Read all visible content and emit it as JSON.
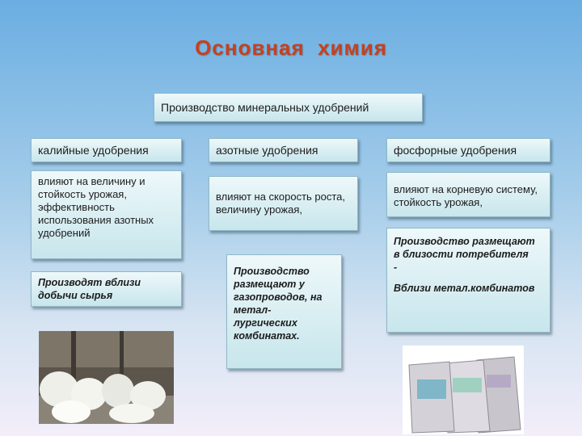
{
  "title": "Основная  химия",
  "main": "Производство  минеральных удобрений",
  "columns": [
    {
      "header": "калийные  удобрения",
      "description": "влияют на величину и стойкость урожая, эффективность использования азотных удобрений",
      "location": "Производят вблизи добычи сырья"
    },
    {
      "header": "азотные  удобрения",
      "description": "влияют на скорость роста,  величину  урожая,",
      "location": "Производство размещают у газопроводов, на метал-лургических комбинатах."
    },
    {
      "header": "фосфорные  удобрения",
      "description": "влияют на корневую систему, стойкость  урожая,",
      "location_line1": "Производство размещают",
      "location_line2": "в близости потребителя",
      "location_line3": "-",
      "location_line4": "Вблизи метал.комбинатов"
    }
  ],
  "colors": {
    "title": "#c8401e",
    "box_border": "#8fb9c4"
  }
}
